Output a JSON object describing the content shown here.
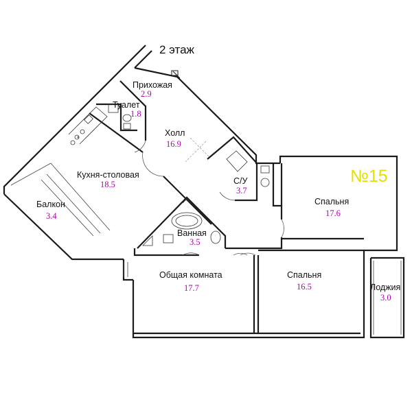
{
  "floor_label": "2 этаж",
  "apartment_number": "№15",
  "colors": {
    "area_text": "#b000b0",
    "apartment_number": "#e3e000",
    "walls": "#1a1a1a"
  },
  "rooms": [
    {
      "id": "prihozhaya",
      "name": "Прихожая",
      "area": "2.9"
    },
    {
      "id": "tualet",
      "name": "Туалет",
      "area": "1.8"
    },
    {
      "id": "holl",
      "name": "Холл",
      "area": "16.9"
    },
    {
      "id": "kuhnya",
      "name": "Кухня-столовая",
      "area": "18.5"
    },
    {
      "id": "balkon",
      "name": "Балкон",
      "area": "3.4"
    },
    {
      "id": "su",
      "name": "С/У",
      "area": "3.7"
    },
    {
      "id": "vannaya",
      "name": "Ванная",
      "area": "3.5"
    },
    {
      "id": "obshchaya",
      "name": "Общая комната",
      "area": "17.7"
    },
    {
      "id": "spalnya1",
      "name": "Спальня",
      "area": "17.6"
    },
    {
      "id": "spalnya2",
      "name": "Спальня",
      "area": "16.5"
    },
    {
      "id": "lodzhiya",
      "name": "Лоджия",
      "area": "3.0"
    }
  ]
}
